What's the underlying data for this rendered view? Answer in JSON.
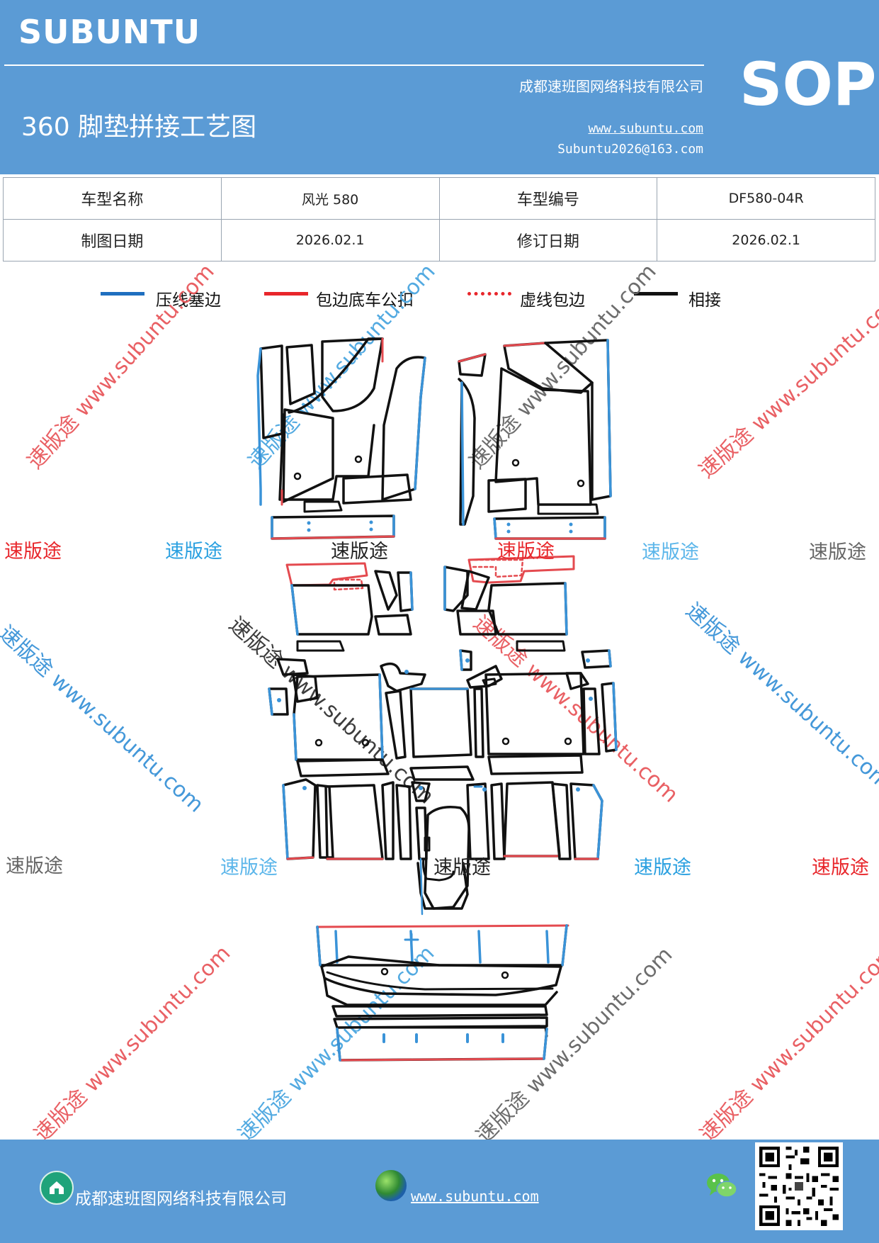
{
  "header": {
    "brand": "SUBUNTU",
    "company": "成都速班图网络科技有限公司",
    "title": "360 脚垫拼接工艺图",
    "website": "www.subuntu.com",
    "email": "Subuntu2026@163.com",
    "sop": "SOP"
  },
  "info_table": {
    "rows": [
      [
        "车型名称",
        "风光 580",
        "车型编号",
        "DF580-04R"
      ],
      [
        "制图日期",
        "2026.02.1",
        "修订日期",
        "2026.02.1"
      ]
    ]
  },
  "legend": {
    "items": [
      {
        "label": "压线塞边",
        "color": "#1f6fbf",
        "style": "solid"
      },
      {
        "label": "包边底车公扣",
        "color": "#e8262b",
        "style": "solid"
      },
      {
        "label": "虚线包边",
        "color": "#e8262b",
        "style": "dotted"
      },
      {
        "label": "相接",
        "color": "#111111",
        "style": "solid"
      }
    ]
  },
  "watermarks": {
    "brand": "速版途",
    "diagonal": "速版途 www.subuntu.com"
  },
  "footer": {
    "company": "成都速班图网络科技有限公司",
    "website": "www.subuntu.com"
  },
  "colors": {
    "header_bg": "#5b9bd5",
    "blue_edge": "#3a93d8",
    "red_edge": "#e44a4f",
    "black_edge": "#111111"
  }
}
